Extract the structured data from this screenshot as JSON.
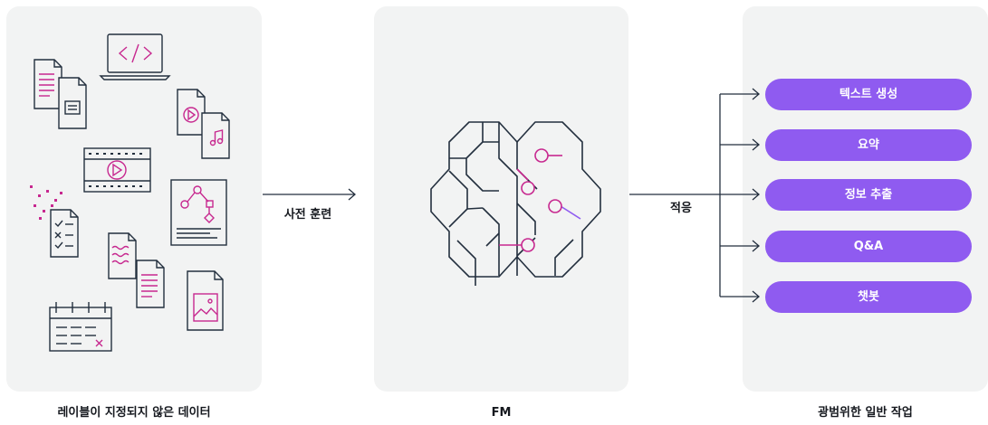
{
  "captions": {
    "data": "레이블이 지정되지 않은 데이터",
    "fm": "FM",
    "tasks": "광범위한 일반 작업"
  },
  "arrows": {
    "pretrain": "사전 훈련",
    "adapt": "적응"
  },
  "tasks": [
    "텍스트 생성",
    "요약",
    "정보 추출",
    "Q&A",
    "챗봇"
  ],
  "colors": {
    "panel": "#f2f3f3",
    "pill": "#8f5bf0",
    "icon_stroke": "#232f3e",
    "accent_magenta": "#c7288f",
    "accent_purple": "#8f5bf0"
  }
}
